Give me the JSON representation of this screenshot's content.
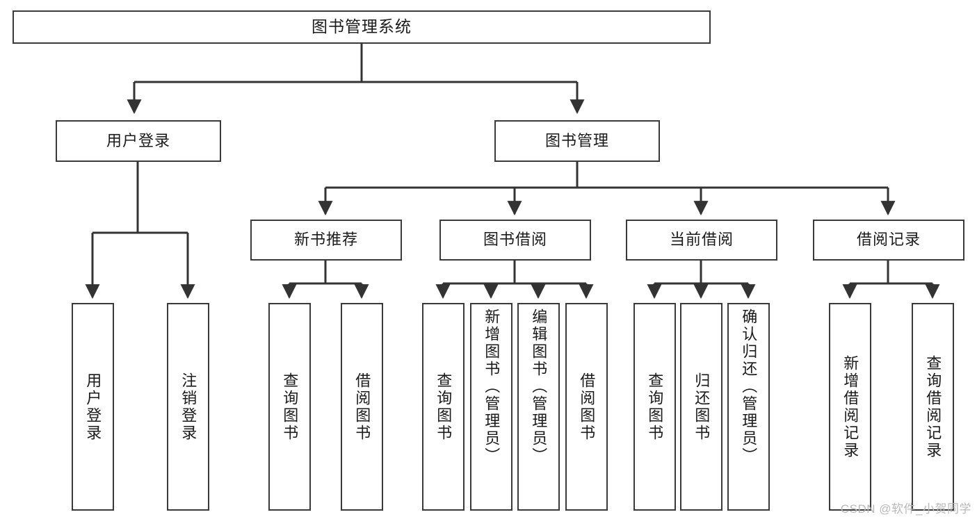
{
  "diagram": {
    "title": "图书管理系统",
    "type": "tree",
    "watermark": "CSDN @软件_小贺同学",
    "colors": {
      "box_border": "#3a3a3a",
      "box_fill": "#ffffff",
      "connector": "#333333",
      "text": "#1a1a1a",
      "watermark": "#b8b8b8",
      "background": "#ffffff"
    },
    "nodes": {
      "root": {
        "label": "图书管理系统"
      },
      "level2": [
        {
          "id": "user-login",
          "label": "用户登录"
        },
        {
          "id": "book-manage",
          "label": "图书管理"
        }
      ],
      "level3": [
        {
          "id": "new-book-recommend",
          "label": "新书推荐"
        },
        {
          "id": "book-borrow",
          "label": "图书借阅"
        },
        {
          "id": "current-borrow",
          "label": "当前借阅"
        },
        {
          "id": "borrow-record",
          "label": "借阅记录"
        }
      ],
      "leaves": {
        "user_login": [
          {
            "id": "leaf-user-login",
            "label": "用户登录"
          },
          {
            "id": "leaf-logout",
            "label": "注销登录"
          }
        ],
        "new_book_recommend": [
          {
            "id": "leaf-query-book-1",
            "label": "查询图书"
          },
          {
            "id": "leaf-borrow-book-1",
            "label": "借阅图书"
          }
        ],
        "book_borrow": [
          {
            "id": "leaf-query-book-2",
            "label": "查询图书"
          },
          {
            "id": "leaf-add-book",
            "label": "新增图书（管理员）"
          },
          {
            "id": "leaf-edit-book",
            "label": "编辑图书（管理员）"
          },
          {
            "id": "leaf-borrow-book-2",
            "label": "借阅图书"
          }
        ],
        "current_borrow": [
          {
            "id": "leaf-query-book-3",
            "label": "查询图书"
          },
          {
            "id": "leaf-return-book",
            "label": "归还图书"
          },
          {
            "id": "leaf-confirm-return",
            "label": "确认归还（管理员）"
          }
        ],
        "borrow_record": [
          {
            "id": "leaf-add-record",
            "label": "新增借阅记录"
          },
          {
            "id": "leaf-query-record",
            "label": "查询借阅记录"
          }
        ]
      }
    }
  }
}
